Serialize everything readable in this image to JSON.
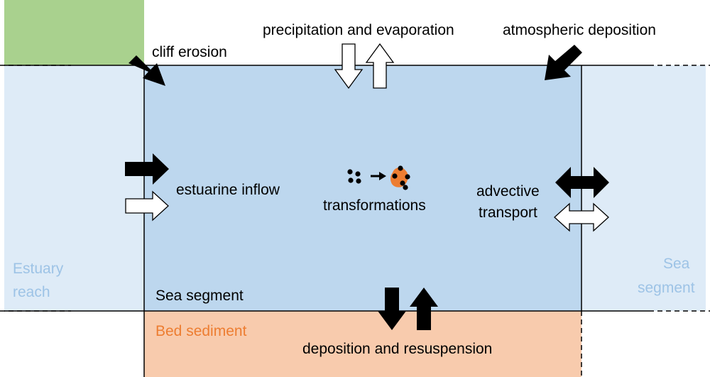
{
  "labels": {
    "cliff_erosion": "cliff erosion",
    "precip_evap": "precipitation and evaporation",
    "atmospheric_deposition": "atmospheric deposition",
    "estuarine_inflow": "estuarine inflow",
    "transformations": "transformations",
    "advective_transport_line1": "advective",
    "advective_transport_line2": "transport",
    "estuary_reach_line1": "Estuary",
    "estuary_reach_line2": "reach",
    "sea_segment_side_line1": "Sea",
    "sea_segment_side_line2": "segment",
    "sea_segment": "Sea segment",
    "bed_sediment": "Bed sediment",
    "deposition_resuspension": "deposition and resuspension"
  },
  "colors": {
    "land": "#a9d18e",
    "neighbor_water": "#deebf7",
    "sea_segment": "#bdd7ee",
    "bed_sediment": "#f8cbad",
    "faint_label": "#9dc3e6",
    "sediment_label": "#ed7d31",
    "particle_orange": "#ed7d31"
  }
}
